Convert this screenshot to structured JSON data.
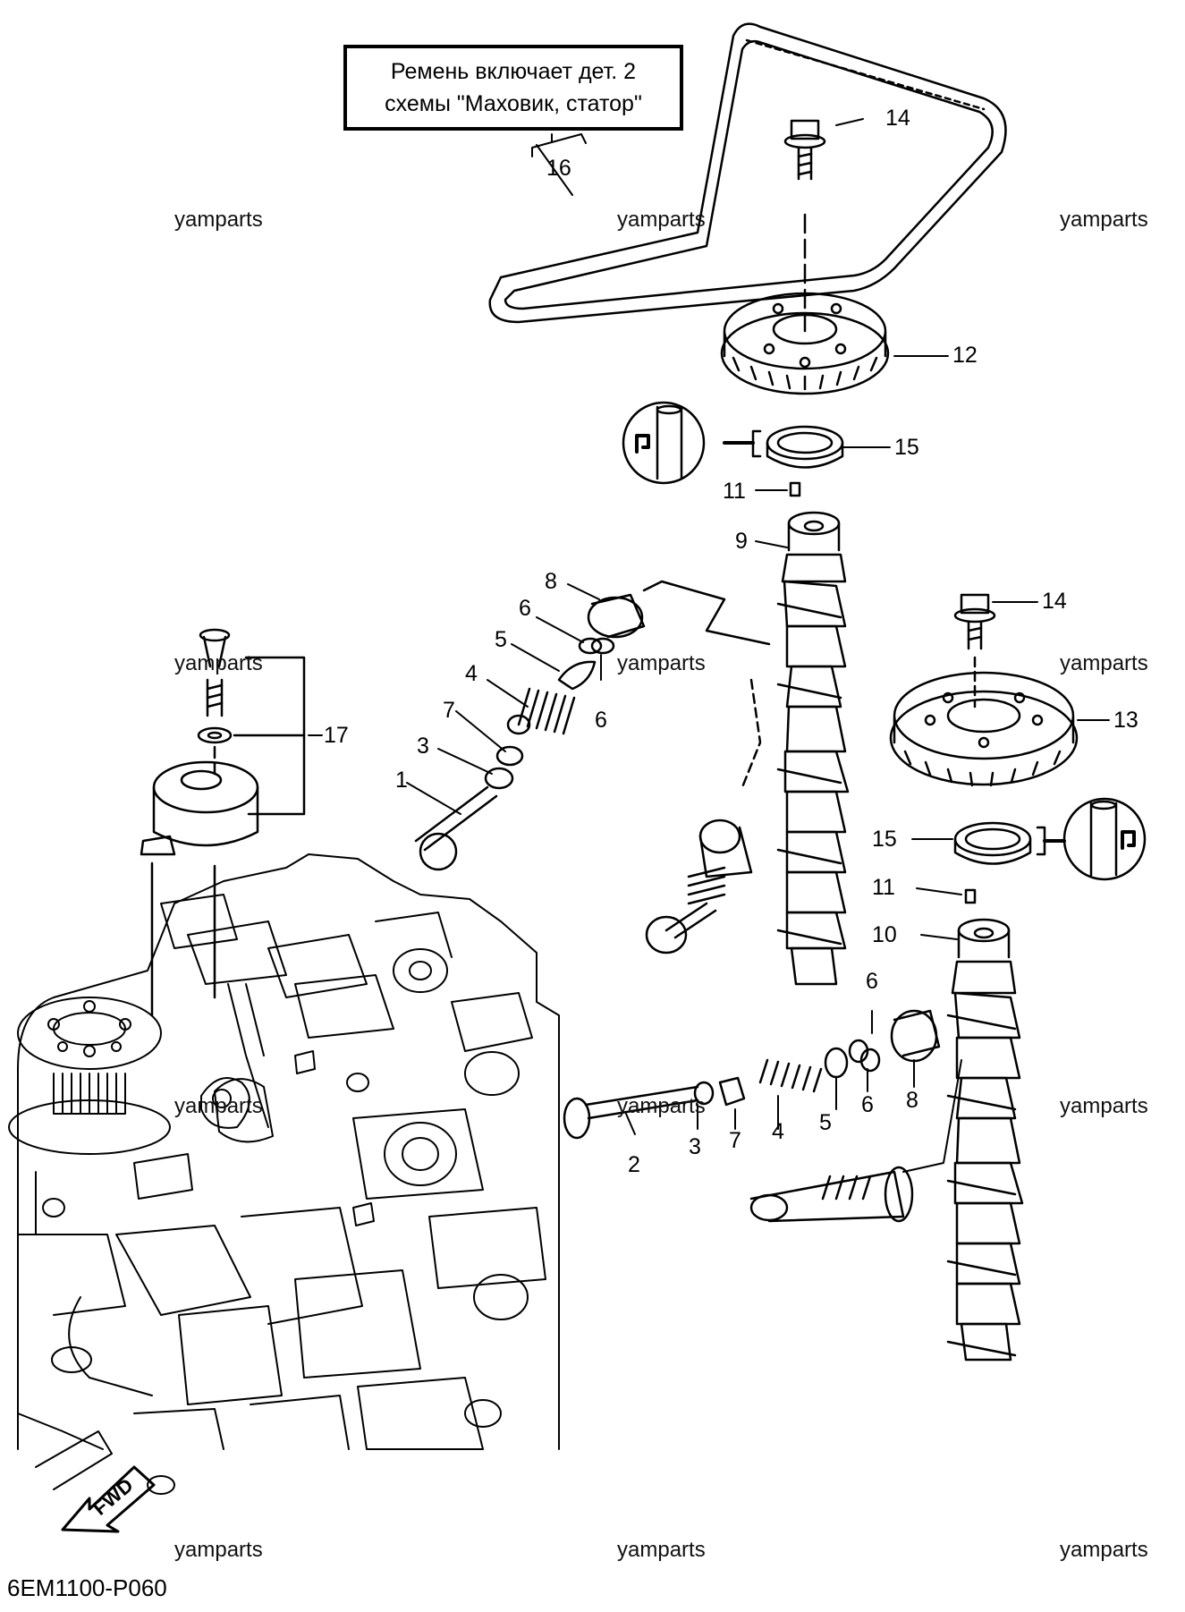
{
  "note": {
    "line1": "Ремень включает дет. 2",
    "line2": "схемы \"Маховик, статор\""
  },
  "diagram_code": "6EM1100-P060",
  "fwd_label": "FWD",
  "watermark": "yamparts",
  "callouts": {
    "c1": "1",
    "c2": "2",
    "c3a": "3",
    "c3b": "3",
    "c4a": "4",
    "c4b": "4",
    "c5a": "5",
    "c5b": "5",
    "c6a": "6",
    "c6b": "6",
    "c6c": "6",
    "c6d": "6",
    "c7a": "7",
    "c7b": "7",
    "c8a": "8",
    "c8b": "8",
    "c9": "9",
    "c10": "10",
    "c11a": "11",
    "c11b": "11",
    "c12": "12",
    "c13": "13",
    "c14a": "14",
    "c14b": "14",
    "c15a": "15",
    "c15b": "15",
    "c16": "16",
    "c17": "17"
  }
}
